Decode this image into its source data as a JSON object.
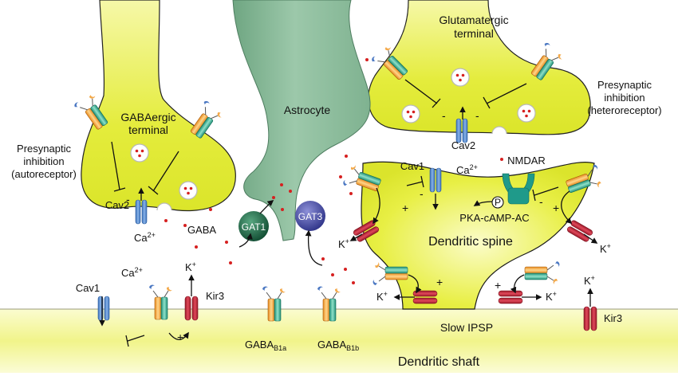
{
  "labels": {
    "gaba_terminal": [
      "GABAergic",
      "terminal"
    ],
    "glut_terminal": [
      "Glutamatergic",
      "terminal"
    ],
    "astrocyte": "Astrocyte",
    "pre_auto": [
      "Presynaptic",
      "inhibition",
      "(autoreceptor)"
    ],
    "pre_hetero": [
      "Presynaptic",
      "inhibition",
      "(heteroreceptor)"
    ],
    "cav2_left": "Cav2",
    "cav2_right": "Cav2",
    "cav1_spine": "Cav1",
    "cav1_shaft": "Cav1",
    "ca_left": "Ca",
    "ca_right": "Ca",
    "ca_shaft": "Ca",
    "ca_charge": "2+",
    "gaba": "GABA",
    "gat1": "GAT1",
    "gat3": "GAT3",
    "nmdar": "NMDAR",
    "pka": "PKA-cAMP-AC",
    "p_badge": "P",
    "dendritic_spine": "Dendritic spine",
    "dendritic_shaft": "Dendritic shaft",
    "slow_ipsp": "Slow IPSP",
    "kir3_shaft": "Kir3",
    "kir3_right": "Kir3",
    "k": "K",
    "k_charge": "+",
    "gaba_b1a": "GABA",
    "gaba_b1a_sub": "B1a",
    "gaba_b1b": "GABA",
    "gaba_b1b_sub": "B1b",
    "plus": "+",
    "minus": "-"
  },
  "colors": {
    "terminal_yellow": "#e9ef4a",
    "astrocyte_green": "#8dbb9c",
    "gat1": "#1e6b49",
    "gat3": "#4a4fa8",
    "channel_blue": "#5d8fd1",
    "kir_red": "#c0283a",
    "receptor_orange": "#f3a94a",
    "receptor_teal": "#3fb49a",
    "nmdar": "#1f9a8a",
    "gaba_dot": "#d62020"
  }
}
